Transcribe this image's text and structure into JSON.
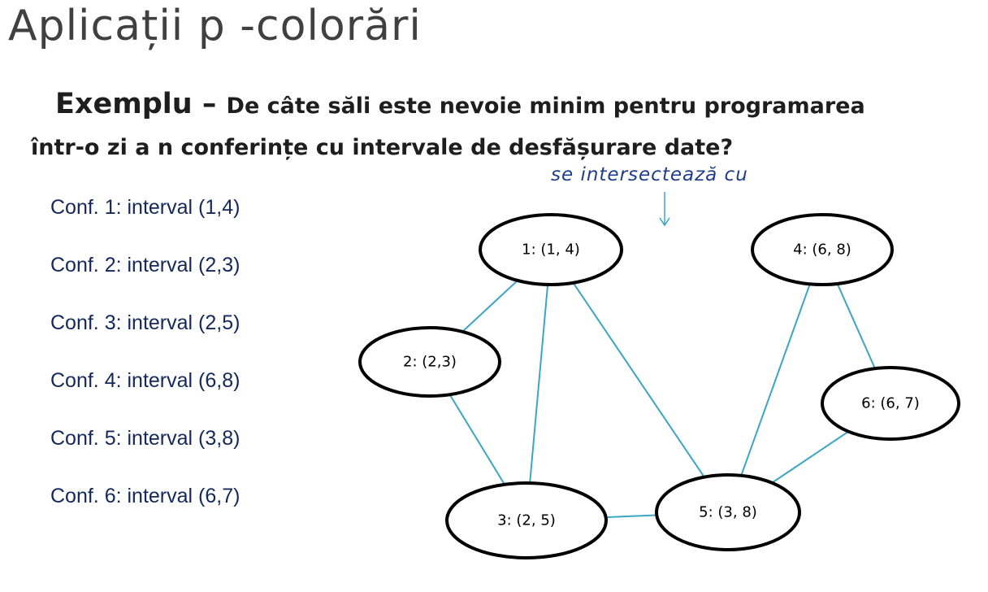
{
  "title": "Aplicații p -colorări",
  "question": {
    "prefix": "Exemplu – ",
    "line1_rest": "De câte săli este nevoie minim pentru programarea",
    "line2": "într-o zi a n conferințe cu intervale de desfășurare date?"
  },
  "conferences": [
    "Conf. 1: interval (1,4)",
    "Conf. 2: interval (2,3)",
    "Conf. 3: interval (2,5)",
    "Conf. 4: interval (6,8)",
    "Conf. 5: interval (3,8)",
    "Conf. 6: interval (6,7)"
  ],
  "annotation": "se intersectează cu",
  "graph": {
    "nodes": [
      {
        "id": "1",
        "label": "1: (1, 4)"
      },
      {
        "id": "2",
        "label": "2: (2,3)"
      },
      {
        "id": "3",
        "label": "3: (2, 5)"
      },
      {
        "id": "4",
        "label": "4: (6, 8)"
      },
      {
        "id": "5",
        "label": "5: (3, 8)"
      },
      {
        "id": "6",
        "label": "6: (6, 7)"
      }
    ],
    "edges": [
      [
        "1",
        "2"
      ],
      [
        "1",
        "3"
      ],
      [
        "1",
        "5"
      ],
      [
        "2",
        "3"
      ],
      [
        "3",
        "5"
      ],
      [
        "4",
        "5"
      ],
      [
        "4",
        "6"
      ],
      [
        "5",
        "6"
      ]
    ],
    "edge_color": "#3aa6c4",
    "node_stroke": "#000000"
  }
}
